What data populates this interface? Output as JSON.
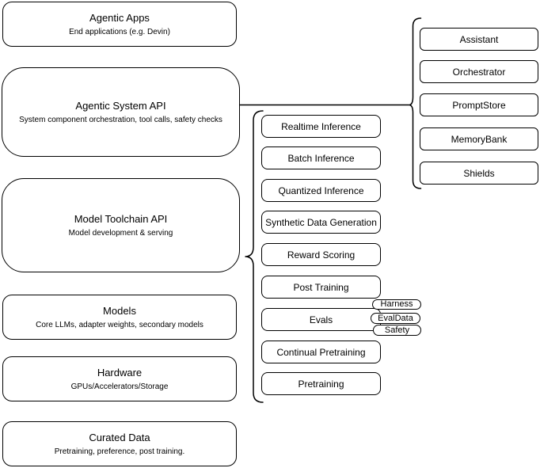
{
  "diagram": {
    "left_stack": [
      {
        "title": "Agentic Apps",
        "subtitle": "End applications (e.g. Devin)"
      },
      {
        "title": "Agentic System API",
        "subtitle": "System component orchestration, tool calls, safety checks"
      },
      {
        "title": "Model Toolchain API",
        "subtitle": "Model development & serving"
      },
      {
        "title": "Models",
        "subtitle": "Core LLMs, adapter weights, secondary models"
      },
      {
        "title": "Hardware",
        "subtitle": "GPUs/Accelerators/Storage"
      },
      {
        "title": "Curated Data",
        "subtitle": "Pretraining, preference, post training."
      }
    ],
    "toolchain_components": [
      "Realtime Inference",
      "Batch Inference",
      "Quantized Inference",
      "Synthetic Data Generation",
      "Reward Scoring",
      "Post Training",
      "Evals",
      "Continual Pretraining",
      "Pretraining"
    ],
    "evals_tags": [
      "Harness",
      "EvalData",
      "Safety"
    ],
    "system_components": [
      "Assistant",
      "Orchestrator",
      "PromptStore",
      "MemoryBank",
      "Shields"
    ],
    "colors": {
      "stroke": "#000000",
      "fill": "#ffffff",
      "background": "#ffffff"
    }
  }
}
